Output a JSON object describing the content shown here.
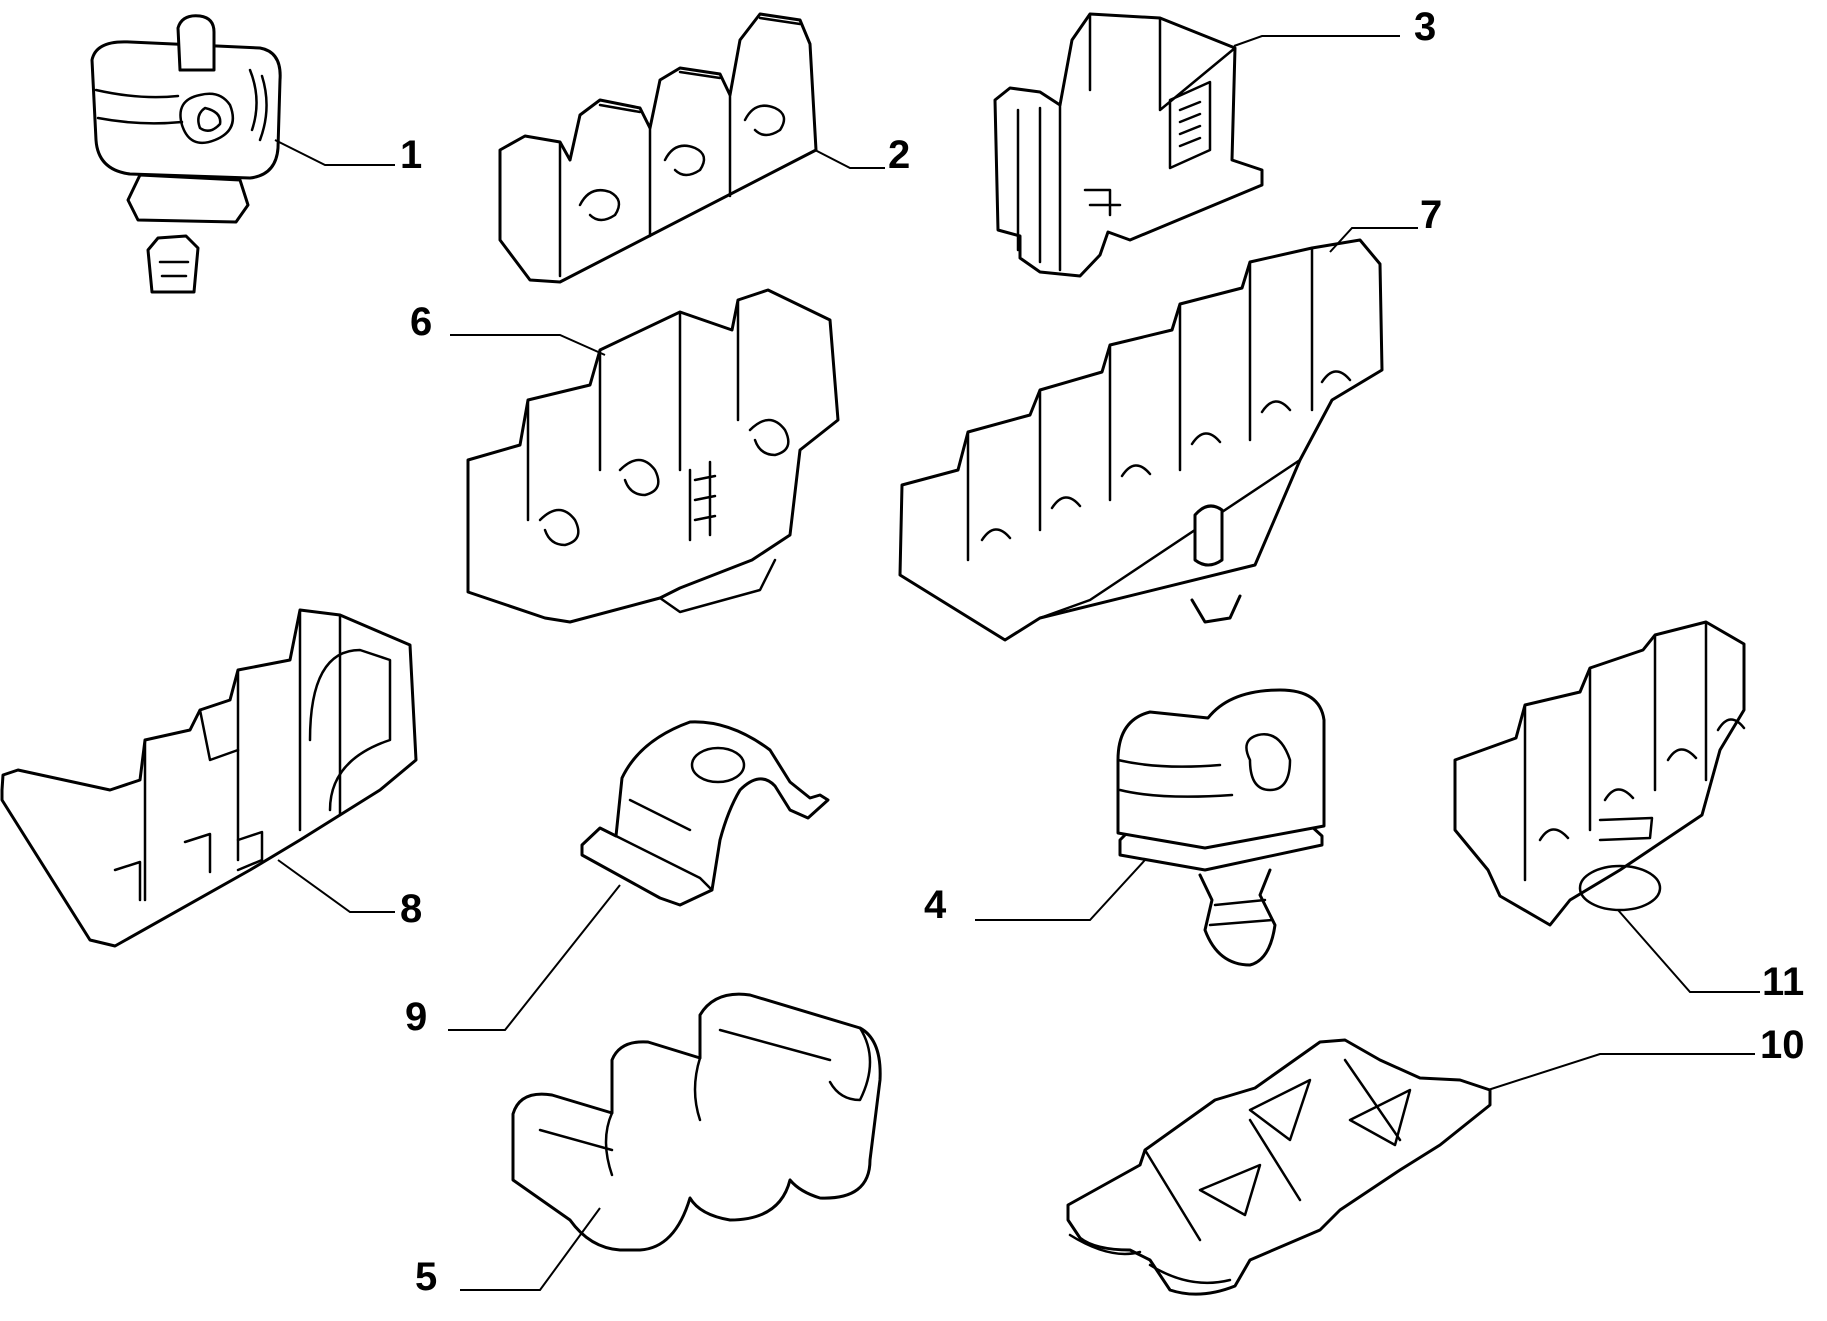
{
  "diagram": {
    "background": "#ffffff",
    "line_color": "#000000",
    "parts": [
      {
        "id": "p1",
        "label": "1",
        "shape": "single-pipe-clip-with-stud"
      },
      {
        "id": "p2",
        "label": "2",
        "shape": "triple-pipe-clip"
      },
      {
        "id": "p3",
        "label": "3",
        "shape": "box-clip-with-side-saddle"
      },
      {
        "id": "p4",
        "label": "4",
        "shape": "single-pipe-clip-on-plate-with-stud"
      },
      {
        "id": "p5",
        "label": "5",
        "shape": "double-spring-clip"
      },
      {
        "id": "p6",
        "label": "6",
        "shape": "triple-block-clip"
      },
      {
        "id": "p7",
        "label": "7",
        "shape": "five-way-clip-with-stud"
      },
      {
        "id": "p8",
        "label": "8",
        "shape": "multi-clip-with-large-saddle"
      },
      {
        "id": "p9",
        "label": "9",
        "shape": "metal-p-clamp-with-hole"
      },
      {
        "id": "p10",
        "label": "10",
        "shape": "double-sleeve-connector"
      },
      {
        "id": "p11",
        "label": "11",
        "shape": "double-clip-with-push-stud"
      }
    ]
  }
}
